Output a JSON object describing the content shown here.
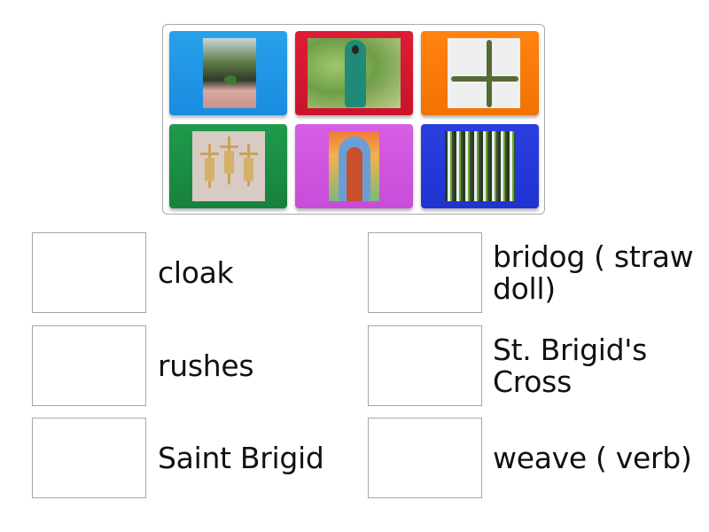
{
  "activity": {
    "type": "match-up",
    "tray": {
      "tiles": [
        {
          "id": 1,
          "image": "hand-holding-rushes-photo",
          "color": "#1f93e6"
        },
        {
          "id": 2,
          "image": "person-in-green-cloak-photo",
          "color": "#d4182f"
        },
        {
          "id": 3,
          "image": "st-brigids-cross-photo",
          "color": "#f77a05"
        },
        {
          "id": 4,
          "image": "straw-dolls-photo",
          "color": "#1a8c44"
        },
        {
          "id": 5,
          "image": "saint-brigid-painting",
          "color": "#cf55de"
        },
        {
          "id": 6,
          "image": "rushes-plant-photo",
          "color": "#2539d8"
        }
      ]
    },
    "targets": [
      {
        "label": "cloak"
      },
      {
        "label": "bridog ( straw doll)"
      },
      {
        "label": "rushes"
      },
      {
        "label": "St. Brigid's Cross"
      },
      {
        "label": "Saint Brigid"
      },
      {
        "label": "weave ( verb)"
      }
    ]
  }
}
